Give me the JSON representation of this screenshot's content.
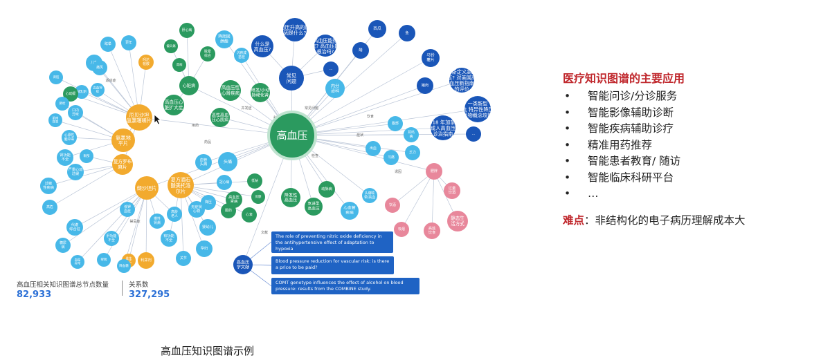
{
  "graph": {
    "center": {
      "label": "高血压"
    },
    "nodes": [
      {
        "id": "n1",
        "label": "常见\n问题",
        "color": "#1a56b8"
      },
      {
        "id": "n2",
        "label": "什么是\n高血压?",
        "color": "#1a56b8"
      },
      {
        "id": "n3",
        "label": "血压升高的原\n因是什么?",
        "color": "#1a56b8"
      },
      {
        "id": "n4",
        "label": "高血压能彻\n底? 高血压能\n根治吗?",
        "color": "#1a56b8"
      },
      {
        "id": "n5",
        "label": "…",
        "color": "#1a56b8"
      },
      {
        "id": "n6",
        "label": "西瓜",
        "color": "#1a56b8"
      },
      {
        "id": "n7",
        "label": "鱼",
        "color": "#1a56b8"
      },
      {
        "id": "n8",
        "label": "醋",
        "color": "#1a56b8"
      },
      {
        "id": "n9",
        "label": "马铃\n薯片",
        "color": "#1a56b8"
      },
      {
        "id": "n10",
        "label": "猪肉",
        "color": "#1a56b8"
      },
      {
        "id": "n11",
        "label": "重新定义高血\n压? 对美国高\n血压新指南\n的评价",
        "color": "#1a56b8"
      },
      {
        "id": "n12",
        "label": "一类新型\n抗 特异性降压\n药物概念攻略",
        "color": "#1a56b8"
      },
      {
        "id": "n13",
        "label": "2018 年加拿大\n成人高血压\n诊治指南",
        "color": "#1a56b8"
      },
      {
        "id": "n14",
        "label": "…",
        "color": "#1a56b8"
      },
      {
        "id": "n15",
        "label": "内分\n泌科",
        "color": "#47b8e8"
      },
      {
        "id": "n16",
        "label": "高血压性\n心肾疾病",
        "color": "#2b9a5f"
      },
      {
        "id": "n17",
        "label": "继发/小动\n脉硬化肾",
        "color": "#2b9a5f"
      },
      {
        "id": "n18",
        "label": "心脏病",
        "color": "#2b9a5f"
      },
      {
        "id": "n19",
        "label": "高血压心\n脏扩大症",
        "color": "#2b9a5f"
      },
      {
        "id": "n20",
        "label": "恶性高血\n压心肌病",
        "color": "#2b9a5f"
      },
      {
        "id": "n21",
        "label": "肝心病",
        "color": "#2b9a5f"
      },
      {
        "id": "n22",
        "label": "偏头痛",
        "color": "#2b9a5f"
      },
      {
        "id": "n23",
        "label": "眩晕\n综合",
        "color": "#2b9a5f"
      },
      {
        "id": "n24",
        "label": "肾病",
        "color": "#2b9a5f"
      },
      {
        "id": "n25",
        "label": "降胆固\n醇酯",
        "color": "#47b8e8"
      },
      {
        "id": "n26",
        "label": "沉疾成\n苗症",
        "color": "#47b8e8"
      },
      {
        "id": "n27",
        "label": "血管\n头痛",
        "color": "#47b8e8"
      },
      {
        "id": "n28",
        "label": "头痛",
        "color": "#47b8e8"
      },
      {
        "id": "n29",
        "label": "腹部",
        "color": "#47b8e8"
      },
      {
        "id": "n30",
        "label": "耳鸣\n病",
        "color": "#47b8e8"
      },
      {
        "id": "n31",
        "label": "出血",
        "color": "#47b8e8"
      },
      {
        "id": "n32",
        "label": "乏力",
        "color": "#47b8e8"
      },
      {
        "id": "n33",
        "label": "习痛",
        "color": "#47b8e8"
      },
      {
        "id": "n34",
        "label": "降发性\n高血压",
        "color": "#2b9a5f"
      },
      {
        "id": "n35",
        "label": "急进型\n高血压",
        "color": "#2b9a5f"
      },
      {
        "id": "n36",
        "label": "动脉病",
        "color": "#2b9a5f"
      },
      {
        "id": "n37",
        "label": "心血管\n疾病",
        "color": "#47b8e8"
      },
      {
        "id": "n38",
        "label": "头痛眩\n晕/高血",
        "color": "#47b8e8"
      },
      {
        "id": "n39",
        "label": "肥胖",
        "color": "#e8879b"
      },
      {
        "id": "n40",
        "label": "过量\n饮酒",
        "color": "#e8879b"
      },
      {
        "id": "n41",
        "label": "静态生\n活方式",
        "color": "#e8879b"
      },
      {
        "id": "n42",
        "label": "高盐\n饮食",
        "color": "#e8879b"
      },
      {
        "id": "n43",
        "label": "饮酒",
        "color": "#e8879b"
      },
      {
        "id": "n44",
        "label": "吸烟",
        "color": "#e8879b"
      },
      {
        "id": "n45",
        "label": "高血压\n学文献",
        "color": "#1a56b8"
      },
      {
        "id": "n46",
        "label": "缬沙坦片",
        "color": "#f2aa2e"
      },
      {
        "id": "n47",
        "label": "复方酒石\n酸美托洛\n尔片",
        "color": "#f2aa2e"
      },
      {
        "id": "n48",
        "label": "厄贝沙坦\n氢氯噻嗪片",
        "color": "#f2aa2e"
      },
      {
        "id": "n49",
        "label": "氨氯地\n平片",
        "color": "#f2aa2e"
      },
      {
        "id": "n50",
        "label": "复方罗布\n麻片",
        "color": "#f2aa2e"
      },
      {
        "id": "n51",
        "label": "吲达\n帕胺",
        "color": "#f2aa2e"
      },
      {
        "id": "n52",
        "label": "利尿剂",
        "color": "#f2aa2e"
      },
      {
        "id": "n53",
        "label": "维生\n素片",
        "color": "#f2aa2e"
      },
      {
        "id": "n54",
        "label": "眩晕",
        "color": "#47b8e8"
      },
      {
        "id": "n55",
        "label": "更年",
        "color": "#47b8e8"
      },
      {
        "id": "n56",
        "label": "儿童",
        "color": "#47b8e8"
      },
      {
        "id": "n57",
        "label": "哺乳期",
        "color": "#47b8e8"
      },
      {
        "id": "n58",
        "label": "心动缓",
        "color": "#2b9a5f"
      },
      {
        "id": "n59",
        "label": "口内\n异味",
        "color": "#47b8e8"
      },
      {
        "id": "n60",
        "label": "肌肉\n痉挛",
        "color": "#47b8e8"
      },
      {
        "id": "n61",
        "label": "心源性\n脑中毒",
        "color": "#47b8e8"
      },
      {
        "id": "n62",
        "label": "肾功能\n不全",
        "color": "#47b8e8"
      },
      {
        "id": "n63",
        "label": "严重心动\n过缓",
        "color": "#47b8e8"
      },
      {
        "id": "n64",
        "label": "过敏\n性疾病",
        "color": "#47b8e8"
      },
      {
        "id": "n65",
        "label": "高危",
        "color": "#47b8e8"
      },
      {
        "id": "n66",
        "label": "代谢\n综合征",
        "color": "#47b8e8"
      },
      {
        "id": "n67",
        "label": "糖尿\n病",
        "color": "#47b8e8"
      },
      {
        "id": "n68",
        "label": "血脂\n异常",
        "color": "#47b8e8"
      },
      {
        "id": "n69",
        "label": "肝功能\n不全",
        "color": "#47b8e8"
      },
      {
        "id": "n70",
        "label": "哮喘",
        "color": "#47b8e8"
      },
      {
        "id": "n71",
        "label": "降血糖",
        "color": "#47b8e8"
      },
      {
        "id": "n72",
        "label": "痛风",
        "color": "#47b8e8"
      },
      {
        "id": "n73",
        "label": "高血钾\n症",
        "color": "#47b8e8"
      },
      {
        "id": "n74",
        "label": "有功能\n不全",
        "color": "#47b8e8"
      },
      {
        "id": "n75",
        "label": "关节",
        "color": "#47b8e8"
      },
      {
        "id": "n76",
        "label": "孕妇",
        "color": "#47b8e8"
      },
      {
        "id": "n77",
        "label": "婴幼儿",
        "color": "#47b8e8"
      },
      {
        "id": "n78",
        "label": "服药",
        "color": "#2b9a5f"
      },
      {
        "id": "n79",
        "label": "低钠",
        "color": "#2b9a5f"
      },
      {
        "id": "n80",
        "label": "高血压\n肾病",
        "color": "#2b9a5f"
      },
      {
        "id": "n81",
        "label": "房颤",
        "color": "#2b9a5f"
      },
      {
        "id": "n82",
        "label": "心衰",
        "color": "#2b9a5f"
      },
      {
        "id": "n83",
        "label": "冠心病",
        "color": "#47b8e8"
      },
      {
        "id": "n84",
        "label": "降压",
        "color": "#47b8e8"
      },
      {
        "id": "n85",
        "label": "无症状\n心衰",
        "color": "#47b8e8"
      },
      {
        "id": "n86",
        "label": "高龄\n老人",
        "color": "#47b8e8"
      },
      {
        "id": "n87",
        "label": "慢性\n肾病",
        "color": "#47b8e8"
      },
      {
        "id": "n88",
        "label": "低钾\n血症",
        "color": "#47b8e8"
      },
      {
        "id": "n89",
        "label": "眼部",
        "color": "#47b8e8"
      },
      {
        "id": "n90",
        "label": "肺栓",
        "color": "#47b8e8"
      },
      {
        "id": "n91",
        "label": "肾脏",
        "color": "#47b8e8"
      }
    ],
    "edge_labels": [
      "用药",
      "并发症",
      "诱因",
      "检查",
      "科室",
      "症状",
      "饮食",
      "常见问题",
      "文献",
      "药品",
      "适应症",
      "禁忌症"
    ],
    "papers": [
      "The role of preventing nitric oxide deficiency in the antihypertensive effect of adaptation to hypoxia",
      "Blood pressure reduction for vascular risk: is there a price to be paid?",
      "COMT genotype influences the effect of alcohol on blood pressure: results from the COMBINE study."
    ]
  },
  "stats": {
    "nodes_label": "高血压相关知识图谱总节点数量",
    "nodes_value": "82,933",
    "relations_label": "关系数",
    "relations_value": "327,295"
  },
  "caption": "高血压知识图谱示例",
  "panel": {
    "title": "医疗知识图谱的主要应用",
    "bullet": "•",
    "items": [
      "智能问诊/分诊服务",
      "智能影像辅助诊断",
      "智能疾病辅助诊疗",
      "精准用药推荐",
      "智能患者教育/ 随访",
      "智能临床科研平台",
      "…"
    ],
    "difficulty_label": "难点",
    "difficulty_text": "：非结构化的电子病历理解成本大"
  }
}
